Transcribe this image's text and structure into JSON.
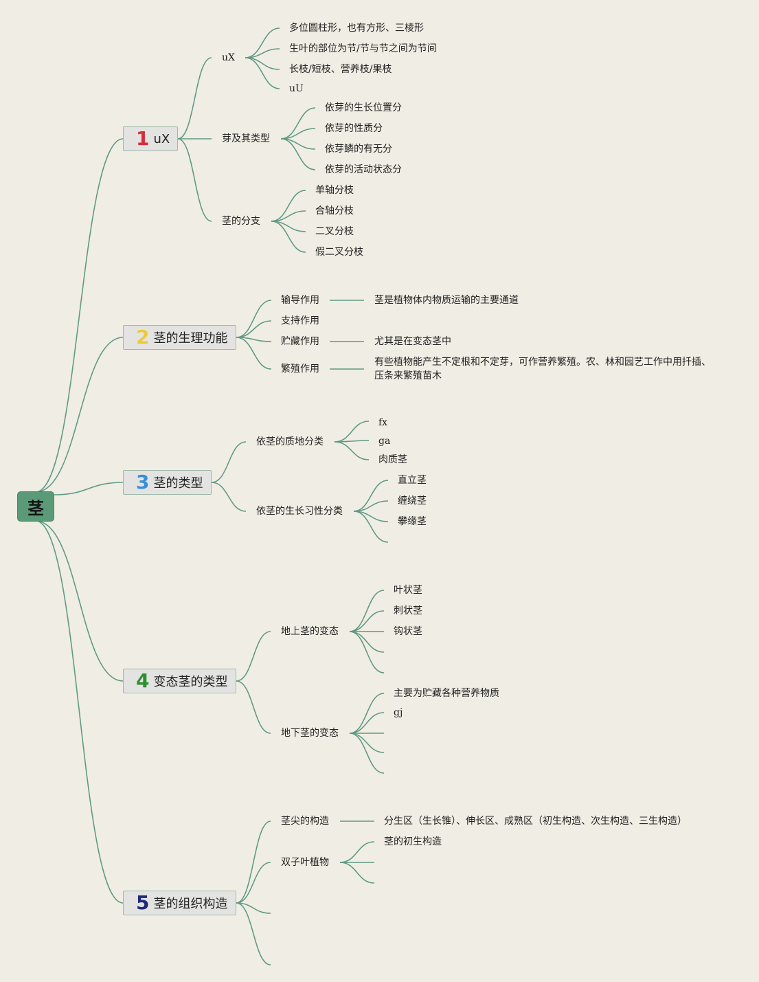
{
  "root": {
    "label": "茎"
  },
  "colors": {
    "line": "#5f9a84",
    "num1": "#d62c3a",
    "num2": "#f0c93a",
    "num3": "#3a8ed6",
    "num4": "#2f8f2f",
    "num5": "#1e2a78"
  },
  "branches": [
    {
      "num": "1",
      "label": "uX",
      "children": [
        {
          "label": "uX",
          "children": [
            "多位圆柱形，也有方形、三棱形",
            "生叶的部位为节/节与节之间为节间",
            "长枝/短枝、营养枝/果枝",
            "uU"
          ]
        },
        {
          "label": "芽及其类型",
          "children": [
            "依芽的生长位置分",
            "依芽的性质分",
            "依芽鳞的有无分",
            "依芽的活动状态分"
          ]
        },
        {
          "label": "茎的分支",
          "children": [
            "单轴分枝",
            "合轴分枝",
            "二叉分枝",
            "假二叉分枝"
          ]
        }
      ]
    },
    {
      "num": "2",
      "label": "茎的生理功能",
      "children": [
        {
          "label": "输导作用",
          "note": "茎是植物体内物质运输的主要通道"
        },
        {
          "label": "支持作用"
        },
        {
          "label": "贮藏作用",
          "note": "尤其是在变态茎中"
        },
        {
          "label": "繁殖作用",
          "note": "有些植物能产生不定根和不定芽，可作营养繁殖。农、林和园艺工作中用扦插、压条来繁殖苗木"
        }
      ]
    },
    {
      "num": "3",
      "label": "茎的类型",
      "children": [
        {
          "label": "依茎的质地分类",
          "children": [
            "fx",
            "ga",
            "肉质茎"
          ]
        },
        {
          "label": "依茎的生长习性分类",
          "children": [
            "直立茎",
            "缠绕茎",
            "攀缘茎",
            ""
          ]
        }
      ]
    },
    {
      "num": "4",
      "label": "变态茎的类型",
      "children": [
        {
          "label": "地上茎的变态",
          "children": [
            "叶状茎",
            "刺状茎",
            "钩状茎",
            "",
            ""
          ]
        },
        {
          "label": "地下茎的变态",
          "children": [
            "主要为贮藏各种营养物质",
            "gj",
            "",
            "",
            ""
          ]
        }
      ]
    },
    {
      "num": "5",
      "label": "茎的组织构造",
      "children": [
        {
          "label": "茎尖的构造",
          "note": "分生区（生长锥）、伸长区、成熟区（初生构造、次生构造、三生构造）"
        },
        {
          "label": "双子叶植物",
          "children": [
            "茎的初生构造",
            "",
            ""
          ]
        },
        {
          "label": ""
        },
        {
          "label": ""
        }
      ]
    }
  ]
}
